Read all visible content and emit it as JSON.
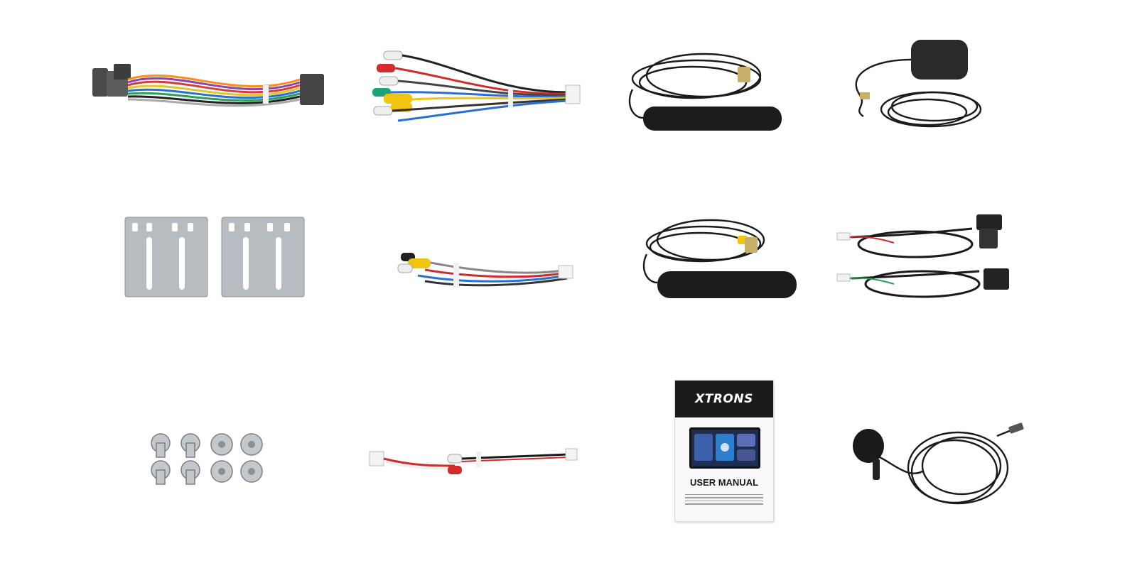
{
  "manual": {
    "brand": "XTRONS",
    "title": "USER MANUAL"
  },
  "colors": {
    "background": "#ffffff",
    "cable_black": "#1a1a1a",
    "metal": "#b7bcc0",
    "rca_red": "#d42a2a",
    "rca_white": "#eeeeee",
    "rca_yellow": "#f1c40f",
    "rca_green": "#1aa37a"
  },
  "items": [
    "wiring-harness",
    "rca-cable",
    "radio-antenna",
    "gps-antenna",
    "mounting-brackets",
    "camera-cable",
    "dab-antenna",
    "usb-cables",
    "screws",
    "audio-cable",
    "user-manual",
    "microphone"
  ]
}
